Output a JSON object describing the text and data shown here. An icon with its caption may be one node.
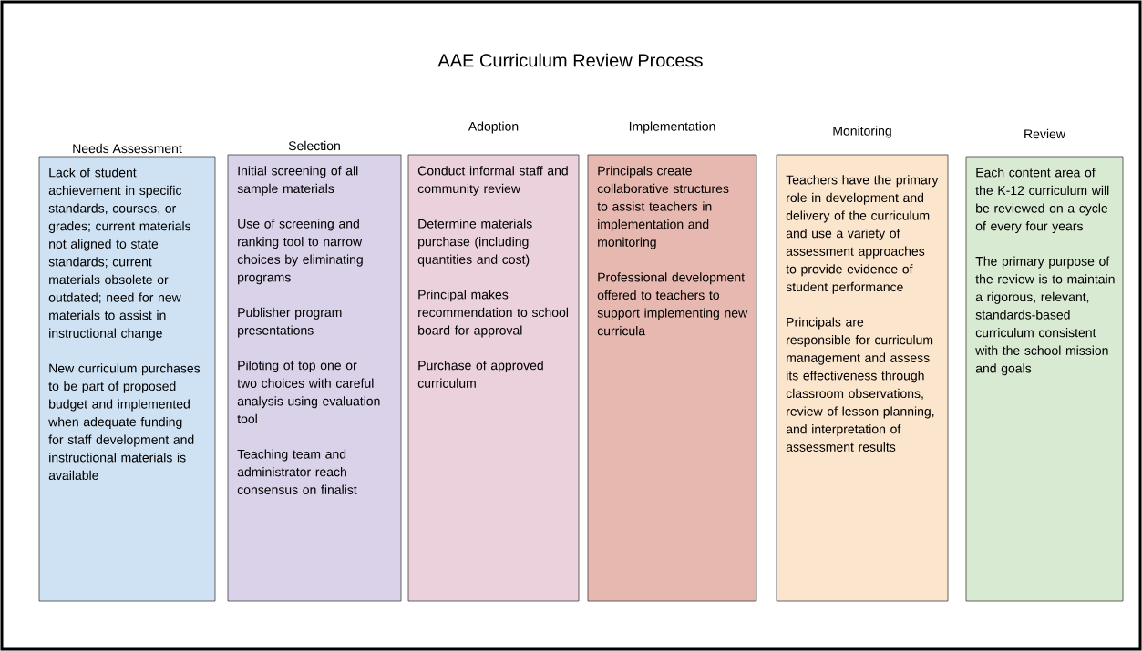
{
  "diagram": {
    "title": "AAE Curriculum Review Process",
    "nodes": [
      {
        "text": [
          "Needs Assessment",
          "Lack of student achievement in specific standards, courses, or grades; current materials not aligned to state standards; current materials obsolete or outdated; need for new materials to assist in instructional change",
          "New curriculum purchases to be part of proposed budget and implemented when adequate funding for staff development and instructional materials is available"
        ]
      },
      {
        "text": [
          "Selection",
          "Initial screening of all sample materials",
          "Use of screening and ranking tool to narrow choices by eliminating programs",
          "Publisher program presentations",
          "Piloting of top one or two choices with careful analysis using evaluation tool",
          "Teaching team and administrator reach consensus on finalist"
        ]
      },
      {
        "text": [
          "Adoption",
          "Conduct informal staff and community review",
          "Determine materials purchase (including quantities and cost)",
          "Principal makes recommendation to school board for approval",
          "Purchase of approved curriculum"
        ]
      },
      {
        "text": [
          "Implementation",
          "Principals create collaborative structures to assist teachers in implementation and monitoring",
          "Professional development offered to teachers to support implementing new curricula"
        ]
      },
      {
        "text": [
          "Monitoring",
          "Teachers have the primary role in development and delivery of the curriculum and use a variety of assessment approaches to provide evidence of student performance",
          "Principals are responsible for curriculum management and assess its effectiveness through classroom observations, review of lesson planning, and interpretation of assessment results"
        ]
      },
      {
        "text": [
          "Review",
          "Each content area of the K-12 curriculum will be reviewed on a cycle of every four years",
          "The primary purpose of  the review is to maintain  a rigorous, relevant, standards-based curriculum consistent with the school mission and goals"
        ]
      }
    ]
  }
}
